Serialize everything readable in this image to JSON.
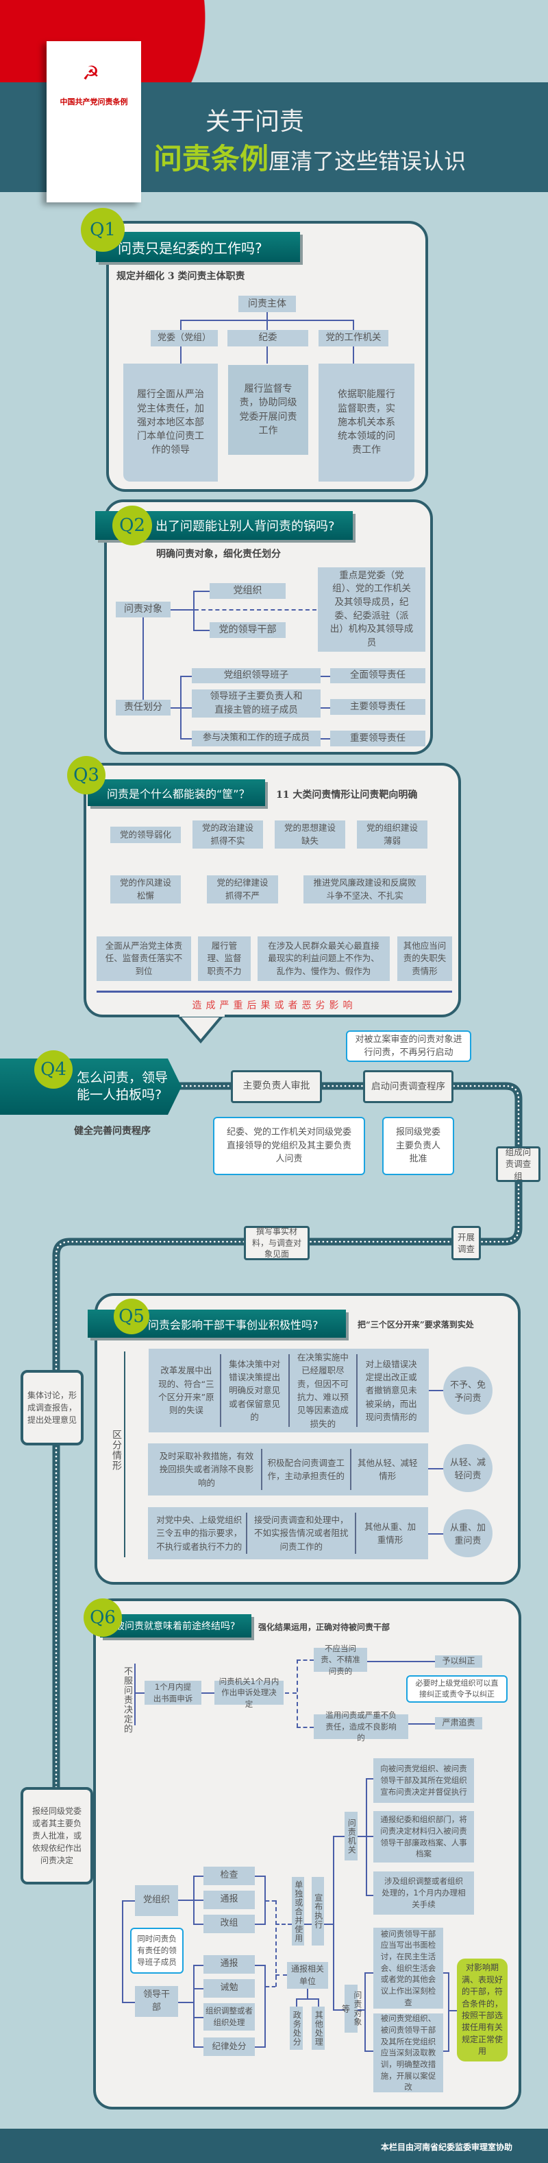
{
  "header": {
    "book_title": "中国共产党问责条例",
    "line1": "关于问责",
    "highlight": "问责条例",
    "line2": "厘清了这些错误认识"
  },
  "colors": {
    "bg": "#bad4d9",
    "teal": "#2e5f6d",
    "accent_green": "#a9c814",
    "red": "#d7000f",
    "box": "#bccfdc"
  },
  "q1": {
    "badge": "Q1",
    "title": "问责只是纪委的工作吗?",
    "subtitle": "规定并细化 3 类问责主体职责",
    "root": "问责主体",
    "subjects": [
      {
        "name": "党委（党组）",
        "duty": "履行全面从严治党主体责任，加强对本地区本部门本单位问责工作的领导"
      },
      {
        "name": "纪委",
        "duty": "履行监督专责，协助同级党委开展问责工作"
      },
      {
        "name": "党的工作机关",
        "duty": "依据职能履行监督职责，实施本机关本系统本领域的问责工作"
      }
    ]
  },
  "q2": {
    "badge": "Q2",
    "title": "出了问题能让别人背问责的锅吗?",
    "subtitle": "明确问责对象，细化责任划分",
    "objects_label": "问责对象",
    "objects": [
      "党组织",
      "党的领导干部"
    ],
    "objects_note": "重点是党委（党组）、党的工作机关及其领导成员，纪委、纪委派驻（派出）机构及其领导成员",
    "resp_label": "责任划分",
    "resp": [
      {
        "who": "党组织领导班子",
        "level": "全面领导责任"
      },
      {
        "who": "领导班子主要负责人和直接主管的班子成员",
        "level": "主要领导责任"
      },
      {
        "who": "参与决策和工作的班子成员",
        "level": "重要领导责任"
      }
    ]
  },
  "q3": {
    "badge": "Q3",
    "title": "问责是个什么都能装的“筐”？",
    "subtitle": "11 大类问责情形让问责靶向明确",
    "items": [
      "党的领导弱化",
      "党的政治建设抓得不实",
      "党的思想建设缺失",
      "党的组织建设薄弱",
      "党的作风建设松懈",
      "党的纪律建设抓得不严",
      "推进党风廉政建设和反腐败斗争不坚决、不扎实",
      "全面从严治党主体责任、监督责任落实不到位",
      "履行管理、监督职责不力",
      "在涉及人民群众最关心最直接最现实的利益问题上不作为、乱作为、慢作为、假作为",
      "其他应当问责的失职失责情形"
    ],
    "consequence": "造成严重后果或者恶劣影响"
  },
  "q4": {
    "badge": "Q4",
    "title_l1": "怎么问责，领导",
    "title_l2": "能一人拍板吗?",
    "subtitle": "健全完善问责程序",
    "steps": [
      "主要负责人审批",
      "启动问责调查程序",
      "组成问责调查组",
      "开展调查",
      "撰写事实材料，与调查对象见面",
      "集体讨论，形成调查报告，提出处理意见",
      "报经同级党委或者其主要负责人批准，或依规依纪作出问责决定"
    ],
    "notes": [
      "对被立案审查的问责对象进行问责，不再另行启动",
      "纪委、党的工作机关对同级党委直接领导的党组织及其主要负责人问责",
      "报同级党委主要负责人批准"
    ]
  },
  "q5": {
    "badge": "Q5",
    "title": "问责会影响干部干事创业积极性吗?",
    "subtitle": "把“三个区分开来”要求落到实处",
    "side_label": "区分情形",
    "groups": [
      {
        "cases": [
          "改革发展中出现的、符合“三个区分开来”原则的失误",
          "集体决策中对错误决策提出明确反对意见或者保留意见的",
          "在决策实施中已经履职尽责，但因不可抗力、难以预见等因素造成损失的",
          "对上级错误决定提出改正或者撤销意见未被采纳，而出现问责情形的"
        ],
        "result": "不予、免予问责"
      },
      {
        "cases": [
          "及时采取补救措施，有效挽回损失或者消除不良影响的",
          "积极配合问责调查工作，主动承担责任的",
          "其他从轻、减轻情形"
        ],
        "result": "从轻、减轻问责"
      },
      {
        "cases": [
          "对党中央、上级党组织三令五申的指示要求，不执行或者执行不力的",
          "接受问责调查和处理中，不如实报告情况或者阻扰问责工作的",
          "其他从重、加重情形"
        ],
        "result": "从重、加重问责"
      }
    ]
  },
  "q6": {
    "badge": "Q6",
    "title": "被问责就意味着前途终结吗?",
    "subtitle": "强化结果运用，正确对待被问责干部",
    "appeal": {
      "label": "不服问责决定的",
      "step1": "1个月内提出书面申诉",
      "step2": "问责机关1个月内作出申诉处理决定",
      "wrong": "不应当问责、不精准问责的",
      "wrong_result": "予以纠正",
      "wrong_note": "必要时上级党组织可以直接纠正或责令予以纠正",
      "abuse": "滥用问责或严重不负责任，造成不良影响的",
      "abuse_result": "严肃追责"
    },
    "org": {
      "label": "党组织",
      "items": [
        "检查",
        "通报",
        "改组"
      ]
    },
    "joint_note": "同时问责负有责任的领导班子成员",
    "leader": {
      "label": "领导干部",
      "items": [
        "通报",
        "诫勉",
        "组织调整或者组织处理",
        "纪律处分"
      ]
    },
    "combine": "单独或合并使用",
    "announce": "宣布执行",
    "notify_units": "通报相关单位",
    "notify_sub": [
      "政务处分",
      "其他处理"
    ],
    "organ": {
      "label": "问责机关",
      "items": [
        "向被问责党组织、被问责领导干部及其所在党组织宣布问责决定并督促执行",
        "通报纪委和组织部门，将问责决定材料归入被问责领导干部廉政档案、人事档案",
        "涉及组织调整或者组织处理的，1个月内办理相关手续"
      ]
    },
    "target": {
      "label": "问责对象等",
      "items": [
        "被问责领导干部应当写出书面检讨，在民主生活会、组织生活会或者党的其他会议上作出深刻检查",
        "被问责党组织、被问责领导干部及其所在党组织应当深刻汲取教训，明确整改措施，开展以案促改"
      ]
    },
    "reuse": "对影响期满、表现好的干部，符合条件的，按照干部选拔任用有关规定正常使用"
  },
  "footer": "本栏目由河南省纪委监委审理室协助"
}
